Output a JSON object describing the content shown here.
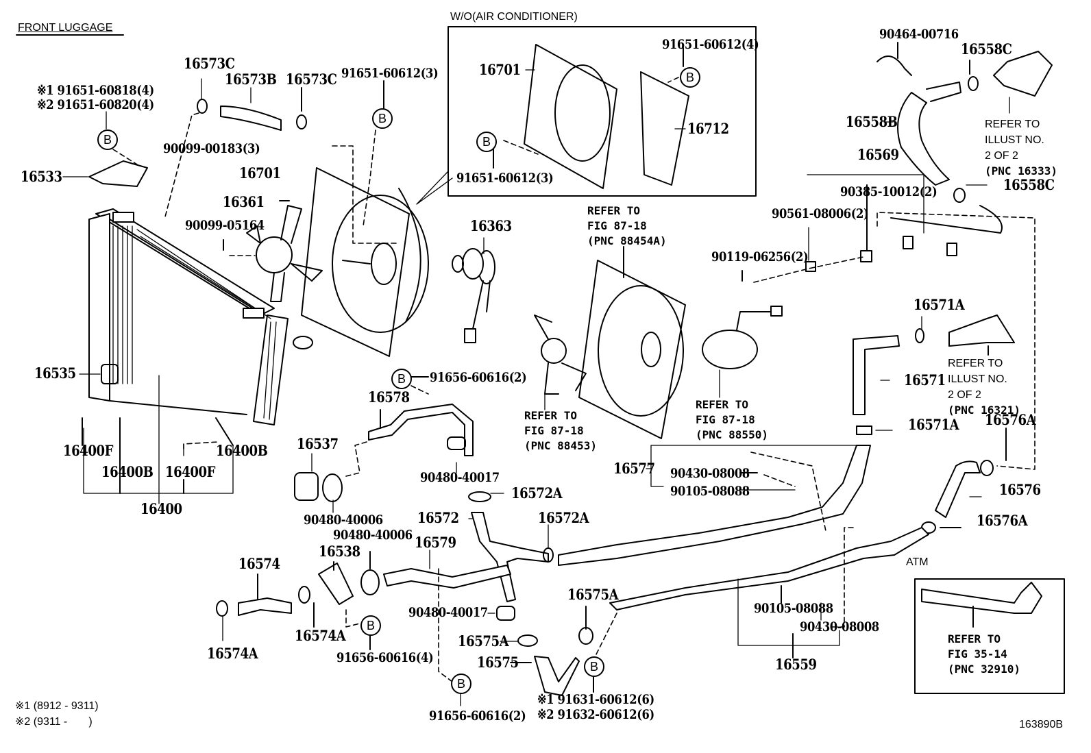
{
  "diagram": {
    "title": "FRONT LUGGAGE",
    "illustration_number": "163890B",
    "inset_boxes": {
      "wo_air_conditioner": "W/O(AIR CONDITIONER)",
      "atm": "ATM"
    },
    "bolt_marker": "B",
    "notes": [
      "※1 (8912 - 9311)",
      "※2 (9311 -       )"
    ],
    "part_labels": {
      "p16573C_a": "16573C",
      "p16573B": "16573B",
      "p16573C_b": "16573C",
      "p91651_60612_3_top": "91651-60612(3)",
      "p91651_60818": "※1 91651-60818(4)",
      "p91651_60820": "※2 91651-60820(4)",
      "p16533": "16533",
      "p90099_00183": "90099-00183(3)",
      "p16701_main": "16701",
      "p16361": "16361",
      "p90099_05164": "90099-05164",
      "p16535": "16535",
      "p16400F_a": "16400F",
      "p16400B_a": "16400B",
      "p16400F_b": "16400F",
      "p16400B_b": "16400B",
      "p16400": "16400",
      "p16363": "16363",
      "p16701_inset": "16701",
      "p91651_60612_4": "91651-60612(4)",
      "p16712": "16712",
      "p91651_60612_3_inset": "91651-60612(3)",
      "p90464_00716": "90464-00716",
      "p16558C_a": "16558C",
      "p16558B": "16558B",
      "p16558C_b": "16558C",
      "p16569": "16569",
      "p90385_10012": "90385-10012(2)",
      "p90561_08006": "90561-08006(2)",
      "p90119_06256": "90119-06256(2)",
      "p16571A_a": "16571A",
      "p16571": "16571",
      "p16571A_b": "16571A",
      "p16576A_a": "16576A",
      "p16576": "16576",
      "p16576A_b": "16576A",
      "p91656_60616_2_mid": "91656-60616(2)",
      "p16578": "16578",
      "p16537": "16537",
      "p90480_40017_a": "90480-40017",
      "p90480_40006_a": "90480-40006",
      "p16572A_a": "16572A",
      "p16572": "16572",
      "p16572A_b": "16572A",
      "p16577": "16577",
      "p90430_08008_a": "90430-08008",
      "p90105_08088_a": "90105-08088",
      "p90480_40006_b": "90480-40006",
      "p16579": "16579",
      "p16538": "16538",
      "p16574": "16574",
      "p16574A_a": "16574A",
      "p16574A_b": "16574A",
      "p91656_60616_4": "91656-60616(4)",
      "p90480_40017_b": "90480-40017",
      "p16575A_a": "16575A",
      "p16575A_b": "16575A",
      "p16575": "16575",
      "p91656_60616_2_bot": "91656-60616(2)",
      "p91631_60612": "※1 91631-60612(6)",
      "p91632_60612": "※2 91632-60612(6)",
      "p90105_08088_b": "90105-08088",
      "p90430_08008_b": "90430-08008",
      "p16559": "16559"
    },
    "references": {
      "ref_16333": [
        "REFER TO",
        "ILLUST NO.",
        "2 OF 2",
        "(PNC 16333)"
      ],
      "ref_16321": [
        "REFER TO",
        "ILLUST NO.",
        "2 OF 2",
        "(PNC 16321)"
      ],
      "ref_88454A": [
        "REFER TO",
        "FIG 87-18",
        "(PNC 88454A)"
      ],
      "ref_88453": [
        "REFER TO",
        "FIG 87-18",
        "(PNC 88453)"
      ],
      "ref_88550": [
        "REFER TO",
        "FIG 87-18",
        "(PNC 88550)"
      ],
      "ref_32910": [
        "REFER TO",
        "FIG 35-14",
        "(PNC 32910)"
      ]
    }
  }
}
